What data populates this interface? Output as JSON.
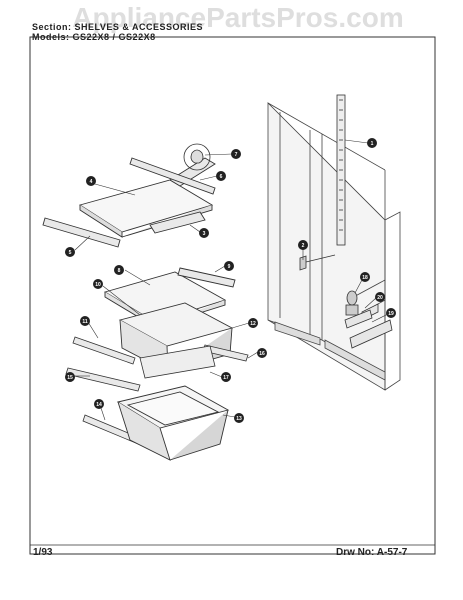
{
  "watermark": "AppliancePartsPros.com",
  "header": {
    "section_label": "Section:",
    "section_value": "SHELVES & ACCESSORIES",
    "models_label": "Models:",
    "models_value": "GS22X8 / GS22X8"
  },
  "callouts": [
    "1",
    "2",
    "3",
    "4",
    "5",
    "6",
    "7",
    "8",
    "9",
    "10",
    "11",
    "12",
    "13",
    "14",
    "15",
    "16",
    "17",
    "18",
    "19",
    "20"
  ],
  "footer": {
    "date": "1/93",
    "drw_label": "Drw No:",
    "drw_value": "A-57-7"
  }
}
